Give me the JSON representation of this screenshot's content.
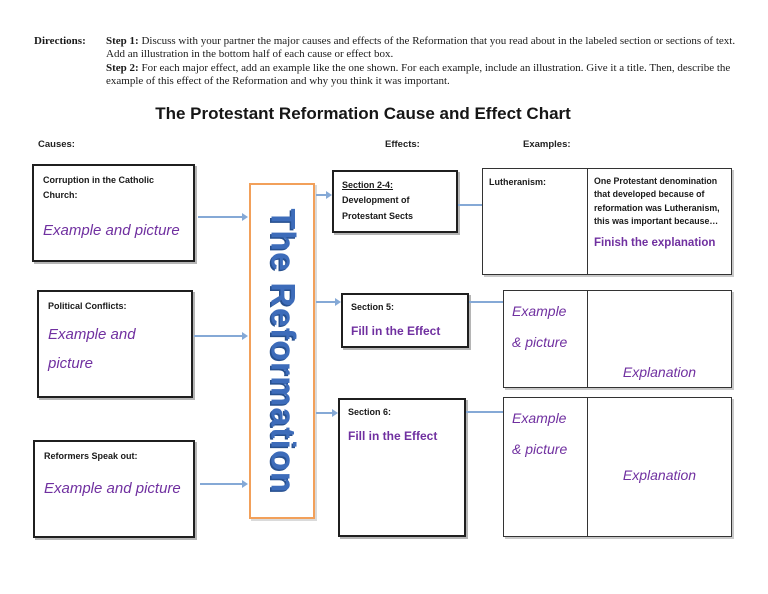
{
  "colors": {
    "purple": "#7030A0",
    "orange": "#F2A05A",
    "arrow-blue": "#85A9D6",
    "reformation-blue": "#3D6CBA"
  },
  "directions": {
    "label": "Directions:",
    "steps": [
      {
        "lead": "Step 1:",
        "text": "Discuss with your partner the major causes and effects of the Reformation that you read about in the labeled section or sections of text. Add an illustration in the bottom half of each cause or effect box."
      },
      {
        "lead": "Step 2:",
        "text": "For each major effect, add an example like the one shown. For each example, include an illustration. Give it a title. Then, describe the example of this effect of the Reformation and why you think it was important."
      }
    ]
  },
  "title": "The Protestant Reformation Cause and Effect Chart",
  "column_labels": {
    "causes": "Causes:",
    "effects": "Effects:",
    "examples": "Examples:"
  },
  "center": {
    "label": "The Reformation"
  },
  "causes": [
    {
      "heading": "Corruption in the Catholic Church:",
      "placeholder": "Example and picture"
    },
    {
      "heading": "Political Conflicts:",
      "placeholder": "Example and picture"
    },
    {
      "heading": "Reformers Speak out:",
      "placeholder": "Example and picture"
    }
  ],
  "effects": [
    {
      "heading": "Section 2-4:",
      "description": "Development of Protestant Sects"
    },
    {
      "heading": "Section 5:",
      "prompt": "Fill in the Effect"
    },
    {
      "heading": "Section 6:",
      "prompt": "Fill in the Effect"
    }
  ],
  "example_shown": {
    "title": "Lutheranism:",
    "description": "One Protestant denomination that developed because of reformation was Lutheranism, this was important because…",
    "prompt": "Finish the explanation"
  },
  "example_rows": [
    {
      "line1": "Example",
      "line2": "& picture",
      "explanation": "Explanation"
    },
    {
      "line1": "Example",
      "line2": "& picture",
      "explanation": "Explanation"
    }
  ]
}
